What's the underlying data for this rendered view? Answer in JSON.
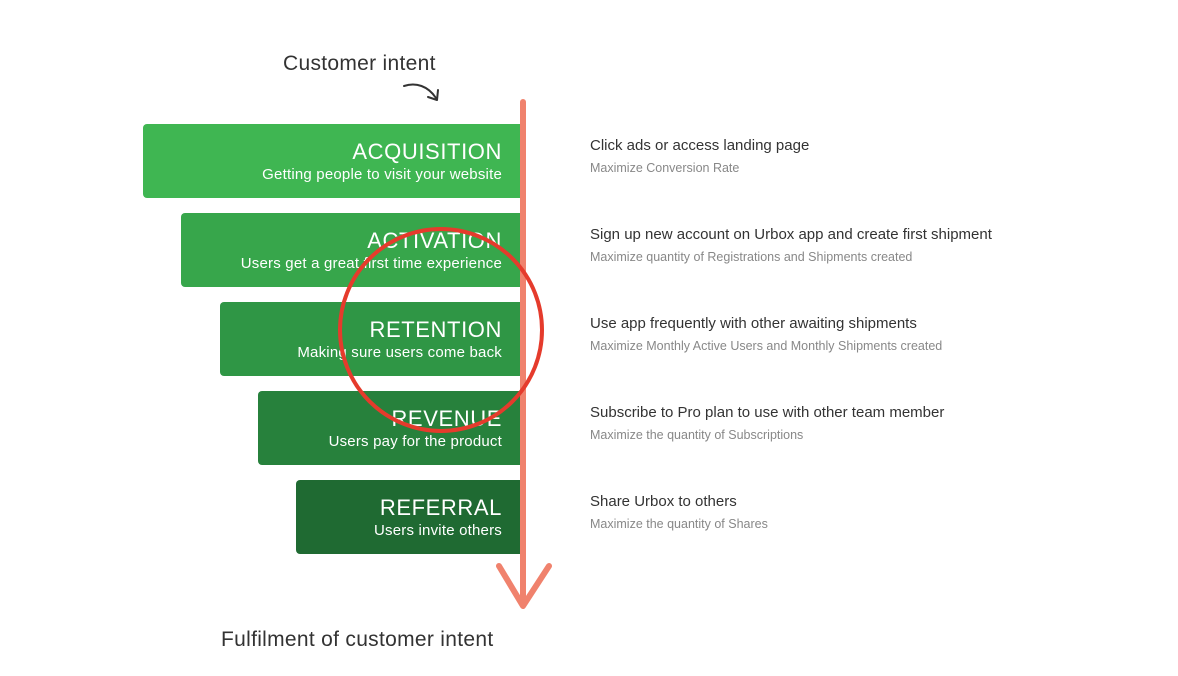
{
  "top_label": "Customer intent",
  "bottom_label": "Fulfilment of customer intent",
  "colors": {
    "arrow": "#f0826d",
    "circle": "#e53b2c",
    "stage_acquisition": "#3fb652",
    "stage_activation": "#37a64b",
    "stage_retention": "#2f9645",
    "stage_revenue": "#27813c",
    "stage_referral": "#1f6a32"
  },
  "stages": [
    {
      "title": "ACQUISITION",
      "subtitle": "Getting people to visit your website",
      "headline": "Click ads or access landing page",
      "metric": "Maximize Conversion Rate"
    },
    {
      "title": "ACTIVATION",
      "subtitle": "Users get a great first time experience",
      "headline": "Sign up new account on Urbox app and create first shipment",
      "metric": "Maximize quantity of Registrations and Shipments created"
    },
    {
      "title": "RETENTION",
      "subtitle": "Making sure users come back",
      "headline": "Use app frequently with other awaiting shipments",
      "metric": "Maximize Monthly Active Users and Monthly Shipments created"
    },
    {
      "title": "REVENUE",
      "subtitle": "Users pay for the product",
      "headline": "Subscribe to Pro plan to use with other team member",
      "metric": "Maximize the quantity of Subscriptions"
    },
    {
      "title": "REFERRAL",
      "subtitle": "Users invite others",
      "headline": "Share Urbox to others",
      "metric": "Maximize the quantity of Shares"
    }
  ]
}
